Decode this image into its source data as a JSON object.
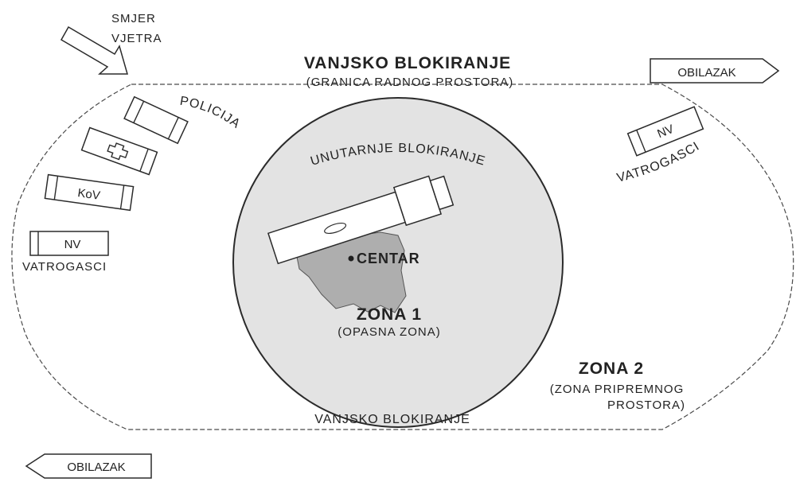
{
  "wind": {
    "line1": "SMJER",
    "line2": "VJETRA"
  },
  "outer_cordon": {
    "title": "VANJSKO BLOKIRANJE",
    "subtitle": "(GRANICA RADNOG PROSTORA)",
    "bottom_label": "VANJSKO BLOKIRANJE"
  },
  "detour": {
    "right_label": "OBILAZAK",
    "left_label": "OBILAZAK"
  },
  "inner_cordon": {
    "label": "UNUTARNJE BLOKIRANJE"
  },
  "center": {
    "label": "CENTAR"
  },
  "zone1": {
    "title": "ZONA 1",
    "subtitle": "(OPASNA ZONA)"
  },
  "zone2": {
    "title": "ZONA 2",
    "line1": "(ZONA PRIPREMNOG",
    "line2": "PROSTORA)"
  },
  "units": {
    "police": "POLICIJA",
    "kov": "KoV",
    "fire_left_code": "NV",
    "fire_left_label": "VATROGASCI",
    "fire_right_code": "NV",
    "fire_right_label": "VATROGASCI"
  },
  "colors": {
    "zone1_fill": "#e3e3e3",
    "spill_fill": "#aeaeae",
    "line": "#2b2b2b",
    "background": "#ffffff"
  }
}
